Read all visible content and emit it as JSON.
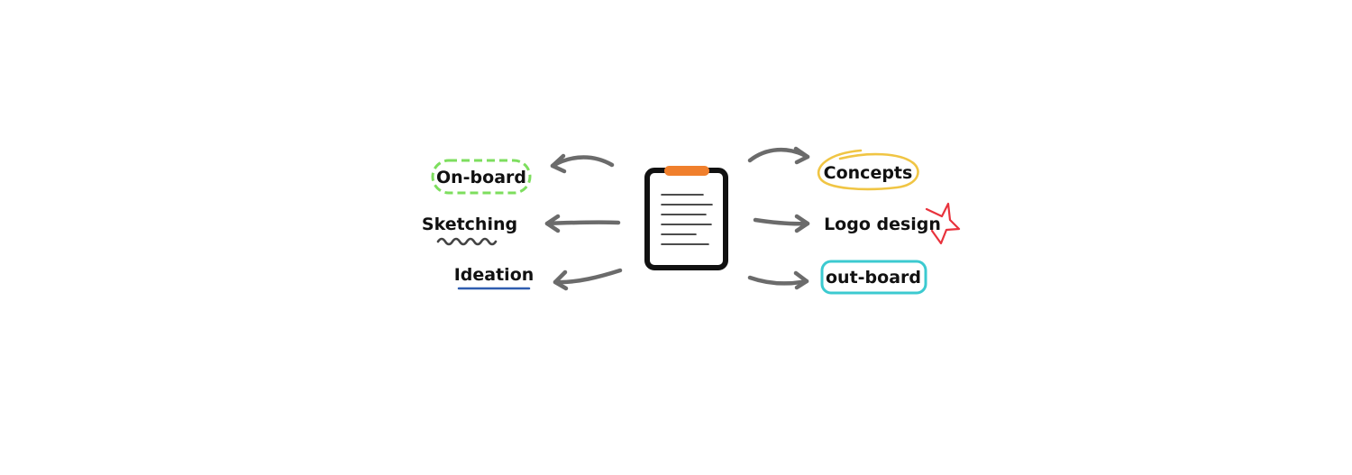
{
  "colors": {
    "arrow": "#6b6b6b",
    "clipboard_body": "#111111",
    "clipboard_clip": "#f07f2c",
    "text": "#111111",
    "on_board_outline": "#7dde5e",
    "sketching_squiggle": "#444444",
    "ideation_underline": "#2f5db0",
    "concepts_outline": "#f0c544",
    "logo_design_burst": "#e8323c",
    "out_board_outline": "#3ccad0"
  },
  "center": {
    "icon": "clipboard-icon"
  },
  "nodes": {
    "on_board": {
      "label": "On-board",
      "decoration": "dashed-oval"
    },
    "sketching": {
      "label": "Sketching",
      "decoration": "squiggle-underline"
    },
    "ideation": {
      "label": "Ideation",
      "decoration": "underline"
    },
    "concepts": {
      "label": "Concepts",
      "decoration": "scribble-circle"
    },
    "logo_design": {
      "label": "Logo design",
      "decoration": "starburst"
    },
    "out_board": {
      "label": "out-board",
      "decoration": "rounded-box"
    }
  },
  "arrows": [
    {
      "from": "clipboard",
      "to": "On-board"
    },
    {
      "from": "clipboard",
      "to": "Sketching"
    },
    {
      "from": "clipboard",
      "to": "Ideation"
    },
    {
      "from": "clipboard",
      "to": "Concepts"
    },
    {
      "from": "clipboard",
      "to": "Logo design"
    },
    {
      "from": "clipboard",
      "to": "out-board"
    }
  ]
}
